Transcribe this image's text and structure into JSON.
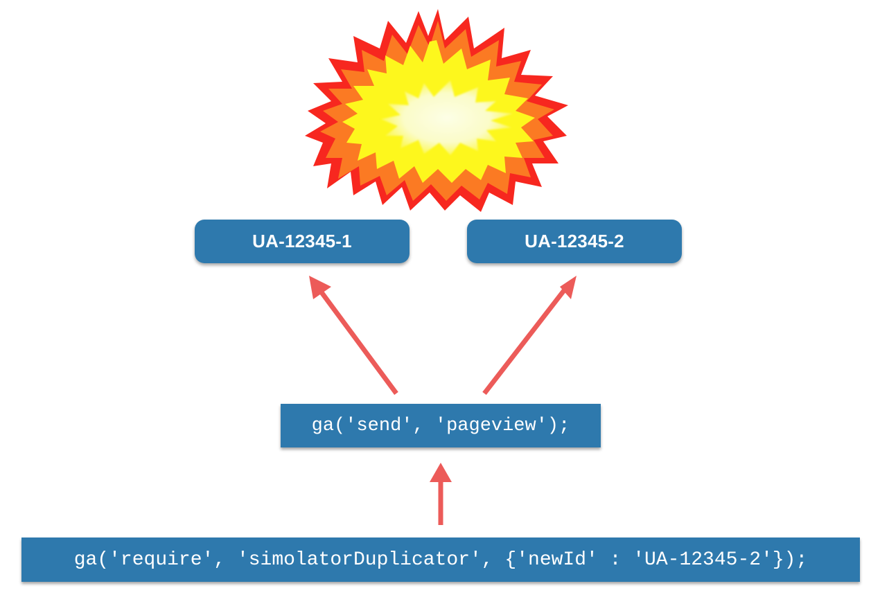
{
  "diagram": {
    "properties": [
      {
        "id": "ua1",
        "label": "UA-12345-1"
      },
      {
        "id": "ua2",
        "label": "UA-12345-2"
      }
    ],
    "send_call": "ga('send', 'pageview');",
    "require_call": "ga('require', 'simolatorDuplicator', {'newId' : 'UA-12345-2'});",
    "edges": [
      {
        "from": "require_call",
        "to": "send_call"
      },
      {
        "from": "send_call",
        "to": "ua1"
      },
      {
        "from": "send_call",
        "to": "ua2"
      }
    ],
    "icons": {
      "explosion": "explosion-icon"
    },
    "colors": {
      "box_fill": "#2e79ad",
      "arrow": "#ec5b59",
      "explosion_outer": "#f7271f",
      "explosion_mid": "#fb7a23",
      "explosion_inner": "#fdf71d",
      "explosion_core": "#fbfcd0"
    }
  }
}
